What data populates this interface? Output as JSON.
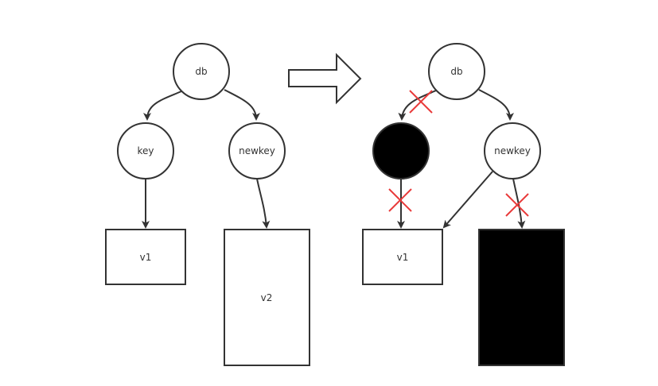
{
  "before": {
    "db_label": "db",
    "key_label": "key",
    "newkey_label": "newkey",
    "v1_label": "v1",
    "v2_label": "v2"
  },
  "after": {
    "db_label": "db",
    "newkey_label": "newkey",
    "v1_label": "v1",
    "deleted_key_state": "filled black",
    "deleted_value_state": "filled black"
  },
  "transition_arrow": "right-arrow-icon",
  "colors": {
    "stroke": "#333333",
    "fill": "#ffffff",
    "deleted": "#000000",
    "cross": "#e83a3a"
  }
}
